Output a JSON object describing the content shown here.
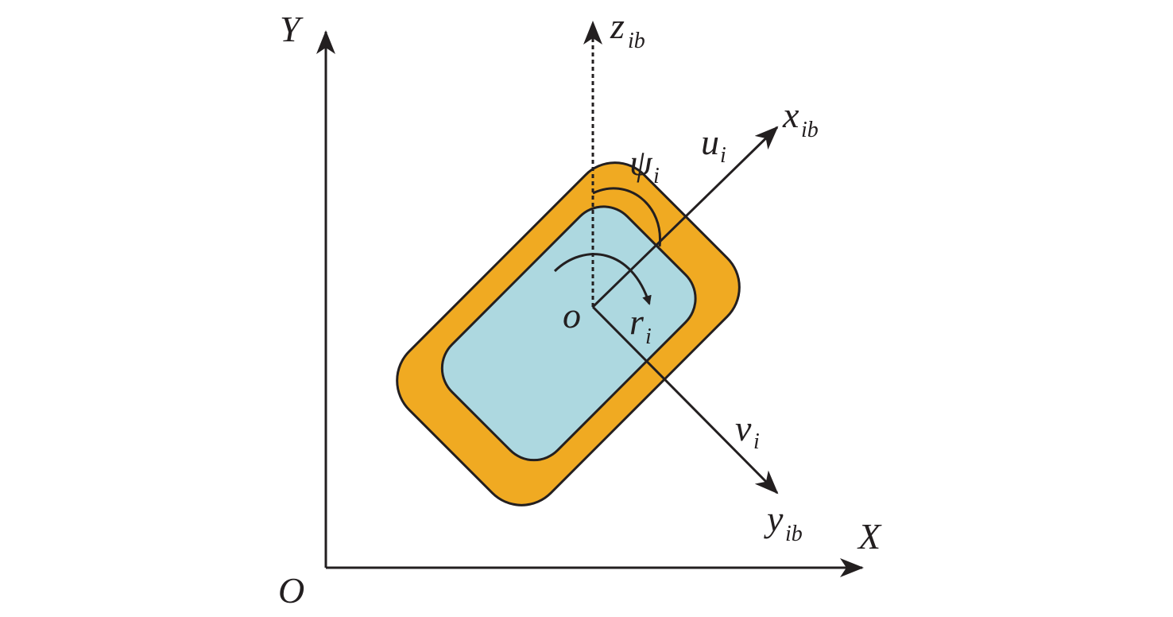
{
  "figure": {
    "colors": {
      "outer_body": "#f0aa22",
      "inner_body": "#add8e0",
      "stroke": "#231f20",
      "background": "#ffffff"
    },
    "labels": {
      "global_origin": "O",
      "global_x_axis": "X",
      "global_y_axis": "Y",
      "body_origin": "o",
      "surge_velocity": {
        "main": "u",
        "sub": "i"
      },
      "sway_velocity": {
        "main": "v",
        "sub": "i"
      },
      "yaw_rate": {
        "main": "r",
        "sub": "i"
      },
      "heading_angle": {
        "main": "ψ",
        "sub": "i"
      },
      "body_x_axis": {
        "main": "x",
        "sub": "ib"
      },
      "body_y_axis": {
        "main": "y",
        "sub": "ib"
      },
      "body_z_axis": {
        "main": "z",
        "sub": "ib"
      }
    }
  }
}
